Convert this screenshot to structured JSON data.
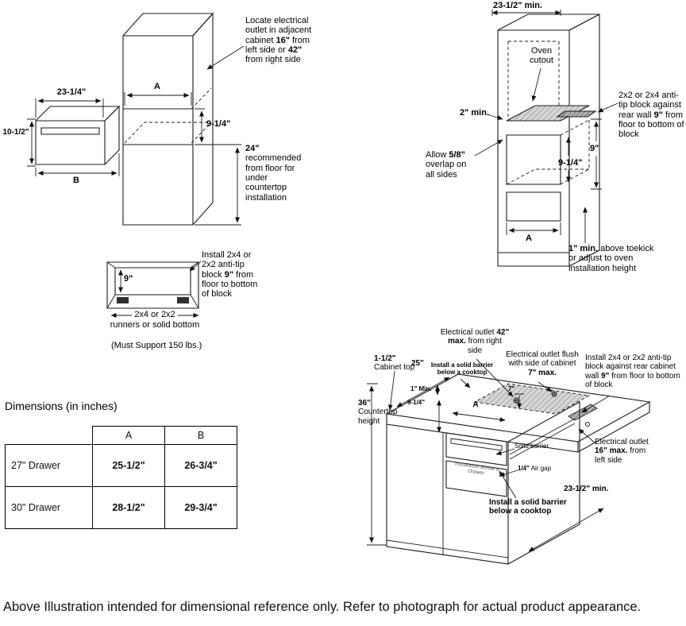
{
  "footer": "Above Illustration intended for dimensional reference only. Refer to photograph for actual product appearance.",
  "d1": {
    "outlet_note": [
      {
        "t": "Locate electrical outlet in adjacent cabinet "
      },
      {
        "t": "16\"",
        "b": true
      },
      {
        "t": " from left side or "
      },
      {
        "t": "42\"",
        "b": true
      },
      {
        "t": " from right side"
      }
    ],
    "dim_width": "23-1/4\"",
    "dim_height": "10-1/2\"",
    "dim_a": "A",
    "dim_b": "B",
    "dim_opening": "9-1/4\"",
    "floor_note": [
      {
        "t": "24\"",
        "b": true
      },
      {
        "t": " recommended from floor for under countertop installation"
      }
    ]
  },
  "d2": {
    "install_note": [
      {
        "t": "Install 2x4 or 2x2 anti-tip block "
      },
      {
        "t": "9\"",
        "b": true
      },
      {
        "t": " from floor to bottom of block"
      }
    ],
    "dim_9": "9\"",
    "runners_label": "2x4 or 2x2",
    "runners_label2": "runners or solid bottom",
    "support_note": "(Must Support 150 lbs.)"
  },
  "table": {
    "title": "Dimensions (in inches)",
    "col_a": "A",
    "col_b": "B",
    "rows": [
      {
        "label": "27\" Drawer",
        "a": "25-1/2\"",
        "b": "26-3/4\""
      },
      {
        "label": "30\" Drawer",
        "a": "28-1/2\"",
        "b": "29-3/4\""
      }
    ]
  },
  "d3": {
    "dim_width": "23-1/2\" min.",
    "oven_cutout": "Oven cutout",
    "dim_2min": "2\" min.",
    "overlap_note": [
      {
        "t": "Allow "
      },
      {
        "t": "5/8\"",
        "b": true
      },
      {
        "t": " overlap on all sides"
      }
    ],
    "antitip_note": [
      {
        "t": "2x2 or 2x4 anti-tip block against rear wall "
      },
      {
        "t": "9\"",
        "b": true
      },
      {
        "t": " from floor to bottom of block"
      }
    ],
    "dim_9": "9\"",
    "dim_914": "9-1/4\"",
    "dim_a": "A",
    "toekick_note": [
      {
        "t": "1\" min.",
        "b": true
      },
      {
        "t": " above toekick or adjust to oven installation height"
      }
    ]
  },
  "d4": {
    "outlet_right": [
      {
        "t": "Electrical outlet "
      },
      {
        "t": "42\" max.",
        "b": true
      },
      {
        "t": " from right side"
      }
    ],
    "outlet_flush": [
      {
        "t": "Electrical outlet flush with side of cabinet "
      },
      {
        "t": "7\" max.",
        "b": true
      }
    ],
    "antitip_note": [
      {
        "t": "Install 2x4 or 2x2 anti-tip block against rear cabinet wall "
      },
      {
        "t": "9\"",
        "b": true
      },
      {
        "t": " from floor to bottom of block"
      }
    ],
    "cabinet_top": [
      {
        "t": "1-1/2\"",
        "b": true
      },
      {
        "t": " Cabinet top"
      }
    ],
    "dim_25": "25\"",
    "countertop_height": [
      {
        "t": "36\"",
        "b": true
      },
      {
        "t": " Countertop height"
      }
    ],
    "barrier_top": "Install a solid barrier below a cooktop",
    "dim_1min": "1\" Min.",
    "dim_914": "9-1/4\"",
    "dim_a": "A",
    "dim_7": "7\"",
    "solid_barrier": "Solid barrier",
    "air_gap": [
      {
        "t": "1/4\"",
        "b": true
      },
      {
        "t": " Air gap"
      }
    ],
    "drawer_label": "Installation Below a Drawer",
    "outlet_left": [
      {
        "t": "Electrical outlet "
      },
      {
        "t": "16\" max.",
        "b": true
      },
      {
        "t": " from left side"
      }
    ],
    "dim_2312": "23-1/2\" min.",
    "barrier_bottom": "Install a solid barrier below a cooktop"
  }
}
